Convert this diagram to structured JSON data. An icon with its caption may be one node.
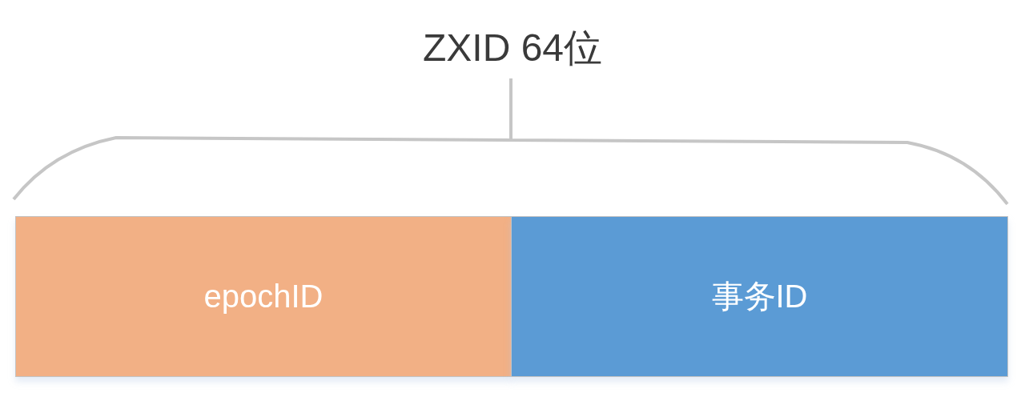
{
  "diagram": {
    "title": "ZXID 64位",
    "nodes": [
      {
        "text": [
          "epochID"
        ]
      },
      {
        "text": [
          "事务ID"
        ]
      }
    ]
  }
}
